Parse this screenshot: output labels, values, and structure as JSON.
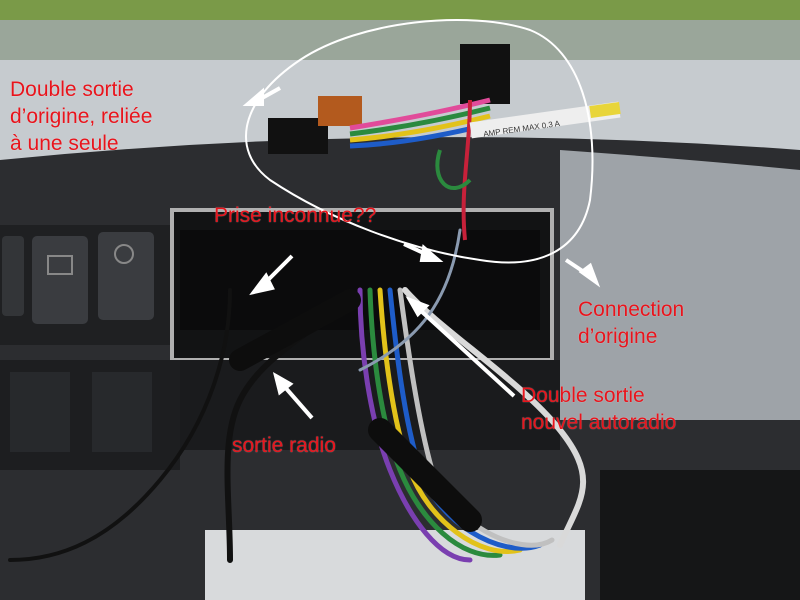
{
  "annotations": {
    "double_origin": [
      "Double sortie",
      "d’origine, reliée",
      "à une seule"
    ],
    "unknown_plug": [
      "Prise inconnue??"
    ],
    "connection": [
      "Connection",
      "d’origine"
    ],
    "double_new": [
      "Double sortie",
      "nouvel autoradio"
    ],
    "radio_out": [
      "sortie radio"
    ]
  },
  "wire_label": "AMP REM MAX 0.3 A",
  "colors": {
    "annotation_text": "#e8141c",
    "arrow": "#ffffff",
    "dashboard": "#2b2c2e",
    "foliage": "#6f8f3a",
    "sky_reflection": "#c8ccd0"
  }
}
